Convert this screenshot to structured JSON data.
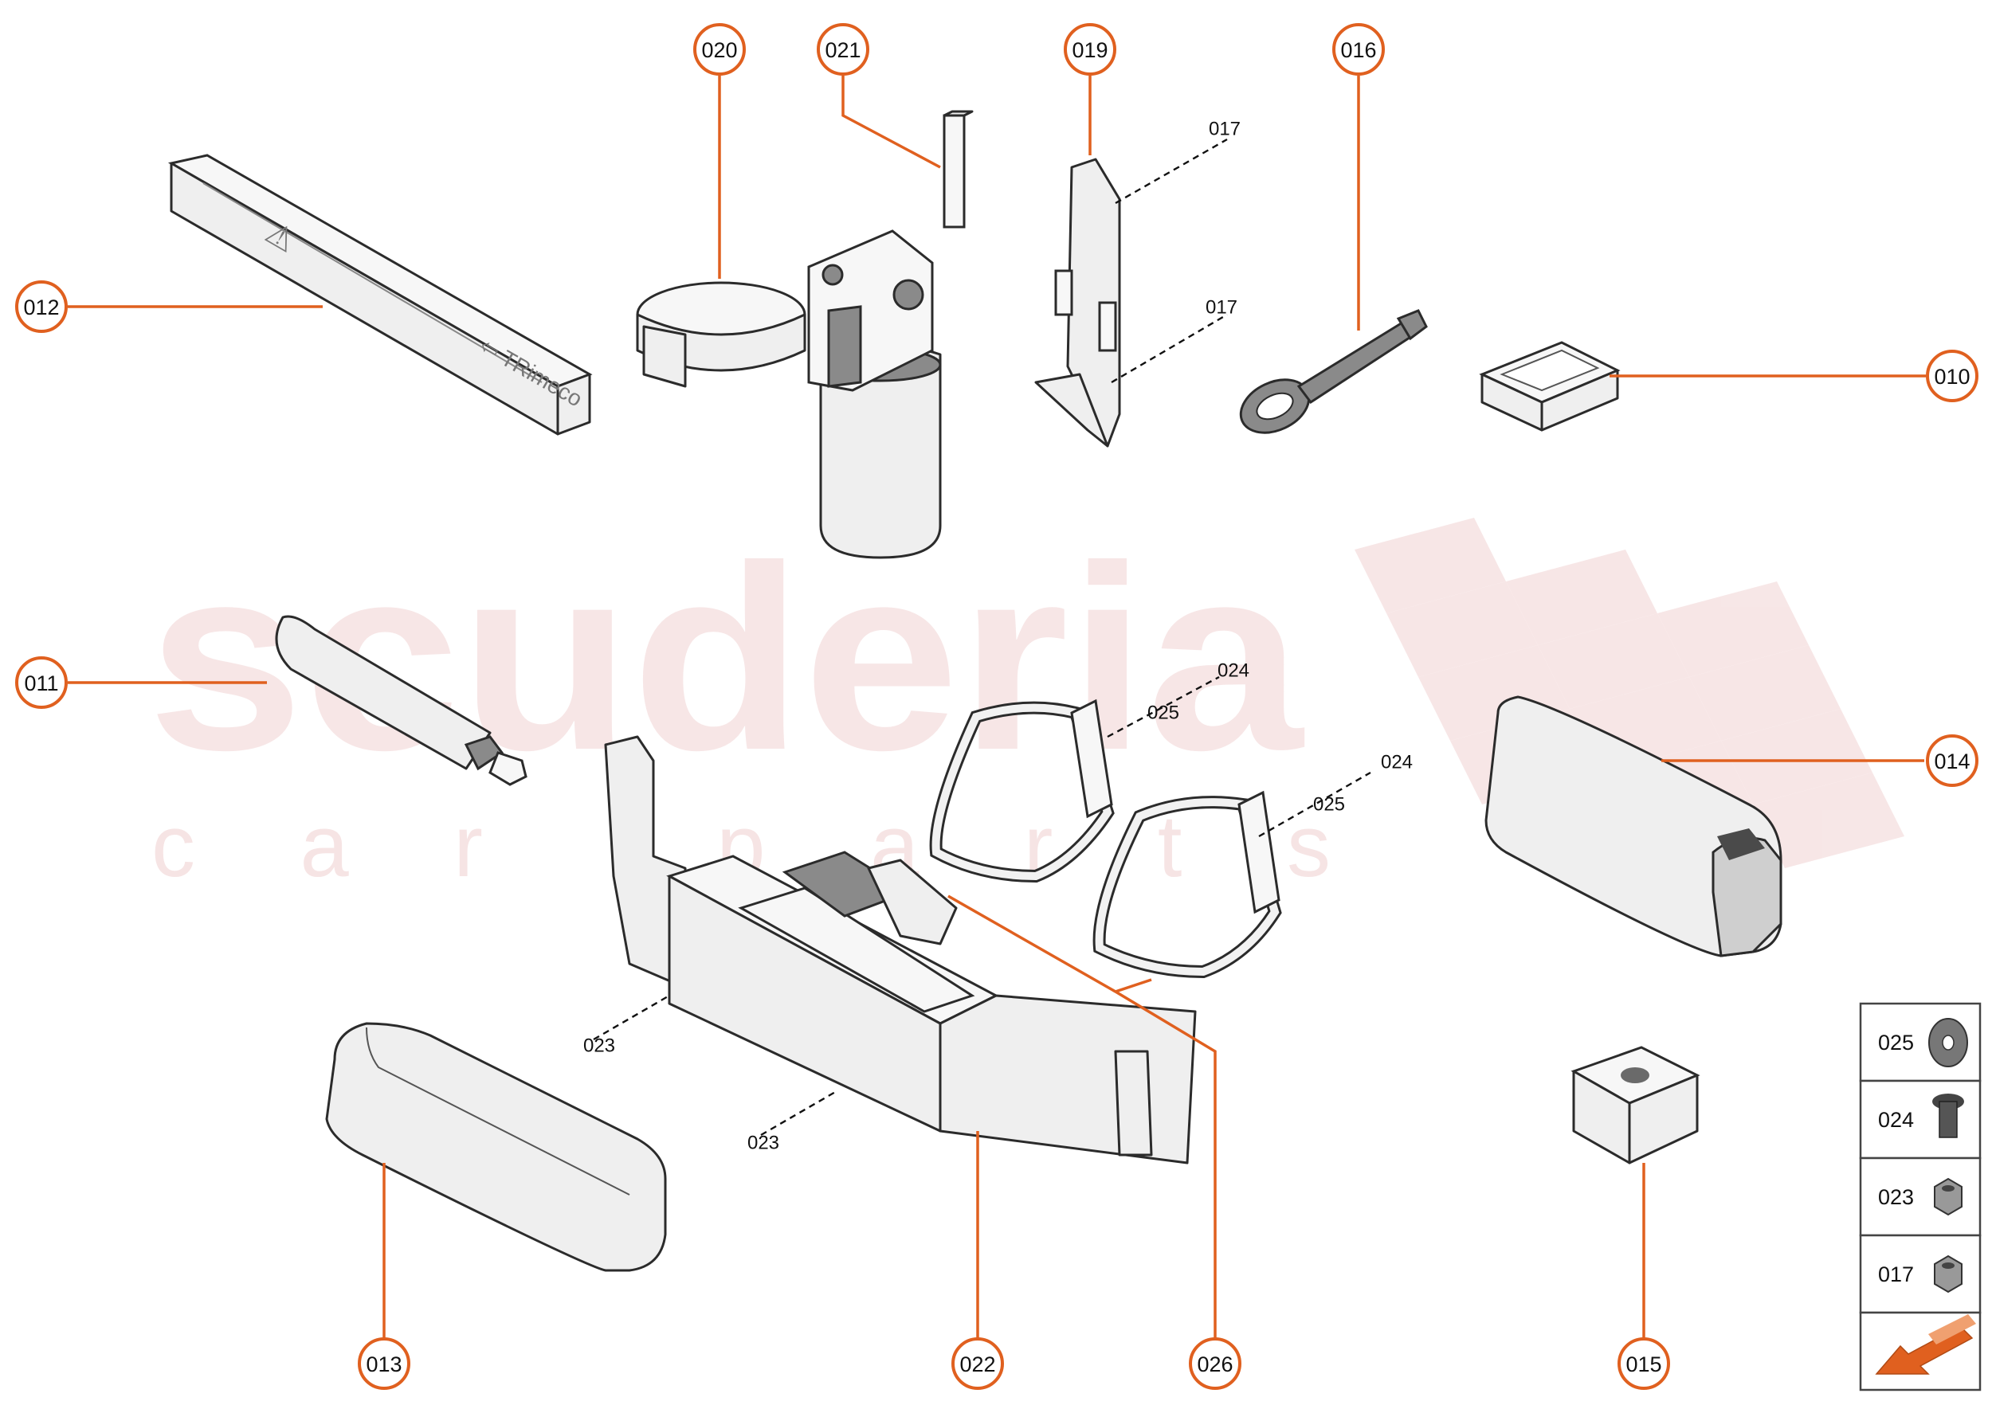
{
  "watermark": {
    "main": "scuderia",
    "sub": "car parts"
  },
  "callouts": [
    {
      "id": "c012",
      "label": "012"
    },
    {
      "id": "c020",
      "label": "020"
    },
    {
      "id": "c021",
      "label": "021"
    },
    {
      "id": "c019",
      "label": "019"
    },
    {
      "id": "c016",
      "label": "016"
    },
    {
      "id": "c010",
      "label": "010"
    },
    {
      "id": "c011",
      "label": "011"
    },
    {
      "id": "c014",
      "label": "014"
    },
    {
      "id": "c013",
      "label": "013"
    },
    {
      "id": "c022",
      "label": "022"
    },
    {
      "id": "c026",
      "label": "026"
    },
    {
      "id": "c015",
      "label": "015"
    }
  ],
  "sub_labels": {
    "s017a": "017",
    "s017b": "017",
    "s024a": "024",
    "s025a": "025",
    "s024b": "024",
    "s025b": "025",
    "s023a": "023",
    "s023b": "023"
  },
  "legend": [
    {
      "label": "025",
      "icon": "washer-icon"
    },
    {
      "label": "024",
      "icon": "bolt-icon"
    },
    {
      "label": "023",
      "icon": "nut-icon"
    },
    {
      "label": "017",
      "icon": "nut-icon"
    }
  ],
  "legend_arrow_icon": "orientation-arrow-icon",
  "colors": {
    "accent": "#e0601f",
    "watermark": "#f1d3d3"
  }
}
